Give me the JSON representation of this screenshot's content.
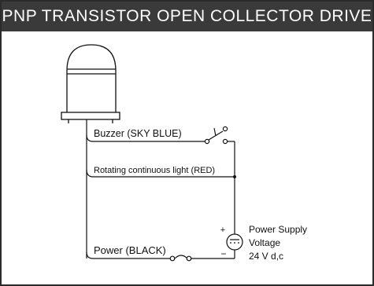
{
  "title": "PNP TRANSISTOR OPEN COLLECTOR DRIVE",
  "colors": {
    "title_bg": "#3a3a3a",
    "title_text": "#ffffff",
    "line": "#111111",
    "frame": "#2b2b2b"
  },
  "device": {
    "icon": "signal-tower-light-icon"
  },
  "wires": {
    "buzzer": "Buzzer (SKY BLUE)",
    "rotating_light": "Rotating continuous light (RED)",
    "power": "Power (BLACK)"
  },
  "power_supply": {
    "line1": "Power Supply",
    "line2": "Voltage",
    "line3": "24 V d,c",
    "plus": "+",
    "minus": "−"
  }
}
